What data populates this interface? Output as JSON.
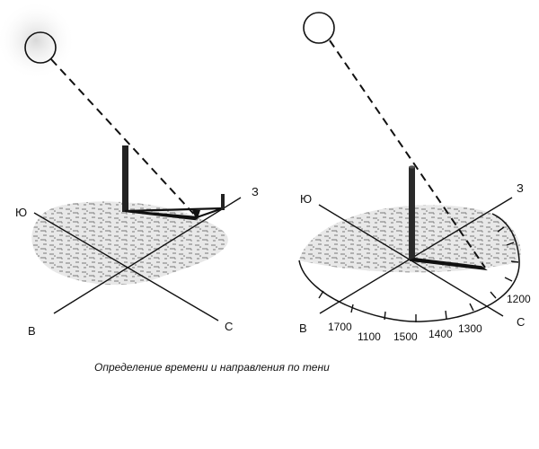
{
  "left_figure": {
    "directions": {
      "south": "Ю",
      "west": "З",
      "east": "В",
      "north": "С"
    }
  },
  "right_figure": {
    "directions": {
      "south": "Ю",
      "west": "З",
      "east": "В",
      "north": "С"
    },
    "hour_marks": [
      "1700",
      "1100",
      "1500",
      "1400",
      "1300",
      "1200"
    ]
  },
  "caption": "Определение времени и направления по тени"
}
